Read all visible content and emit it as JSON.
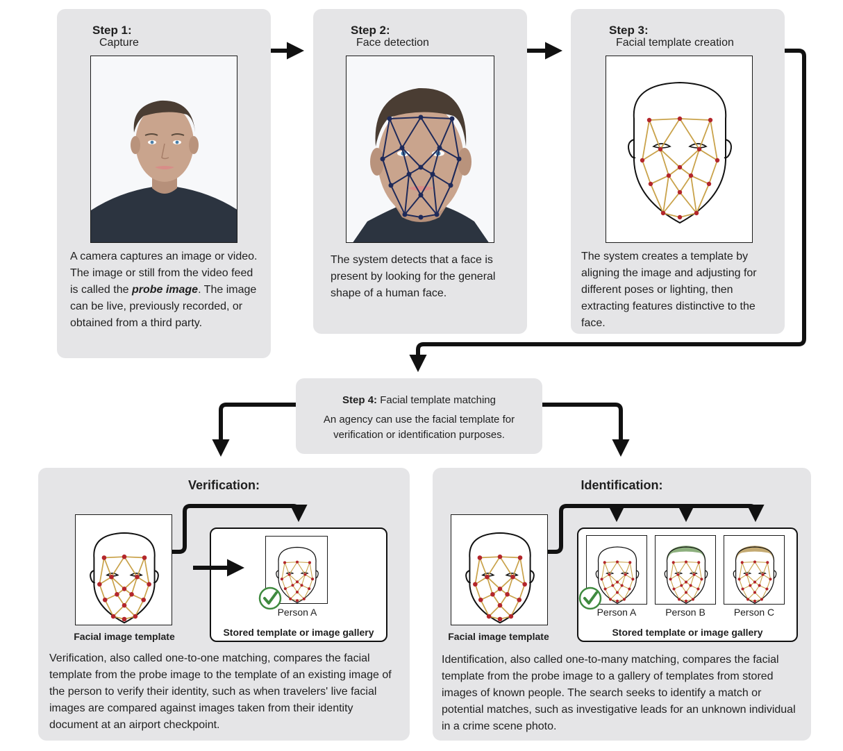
{
  "steps": [
    {
      "title": "Step 1:",
      "subtitle": "Capture",
      "desc_pre": "A camera captures an image or video. The image or still from the video feed is called the ",
      "desc_em": "probe image",
      "desc_post": ". The image can be live, previously recorded, or obtained from a third party."
    },
    {
      "title": "Step 2:",
      "subtitle": "Face detection",
      "desc": "The system detects that a face is present by looking for the general shape of a human face."
    },
    {
      "title": "Step 3:",
      "subtitle": "Facial template creation",
      "desc": "The system creates a template by aligning the image and adjusting for different poses or lighting, then extracting features distinctive to the face."
    }
  ],
  "step4": {
    "title": "Step 4:",
    "subtitle": "Facial template matching",
    "desc": "An agency can use the facial template for verification or identification purposes."
  },
  "verification": {
    "heading": "Verification:",
    "template_caption": "Facial image template",
    "gallery_caption": "Stored template or image gallery",
    "persons": [
      "Person A"
    ],
    "desc": "Verification, also called one-to-one matching, compares the facial template from the probe image to the template of an existing image of the person to verify their identity, such as when travelers' live facial images are compared against images taken from their identity document at an airport checkpoint."
  },
  "identification": {
    "heading": "Identification:",
    "template_caption": "Facial image template",
    "gallery_caption": "Stored template or image gallery",
    "persons": [
      "Person A",
      "Person B",
      "Person C"
    ],
    "desc": "Identification, also called one-to-many matching, compares the facial template from the probe image to a gallery of templates from stored images of known people. The search seeks to identify a match or potential matches, such as investigative leads for an unknown individual in a crime scene photo."
  },
  "colors": {
    "panel": "#e5e5e7",
    "arrow": "#111111",
    "mesh": "#c9a24a",
    "node": "#b3262b",
    "check": "#3f8a3f",
    "skin": "#c9a48d",
    "hair": "#4a3d33",
    "shirt": "#2c3440",
    "detect": "#1e2a5a"
  }
}
